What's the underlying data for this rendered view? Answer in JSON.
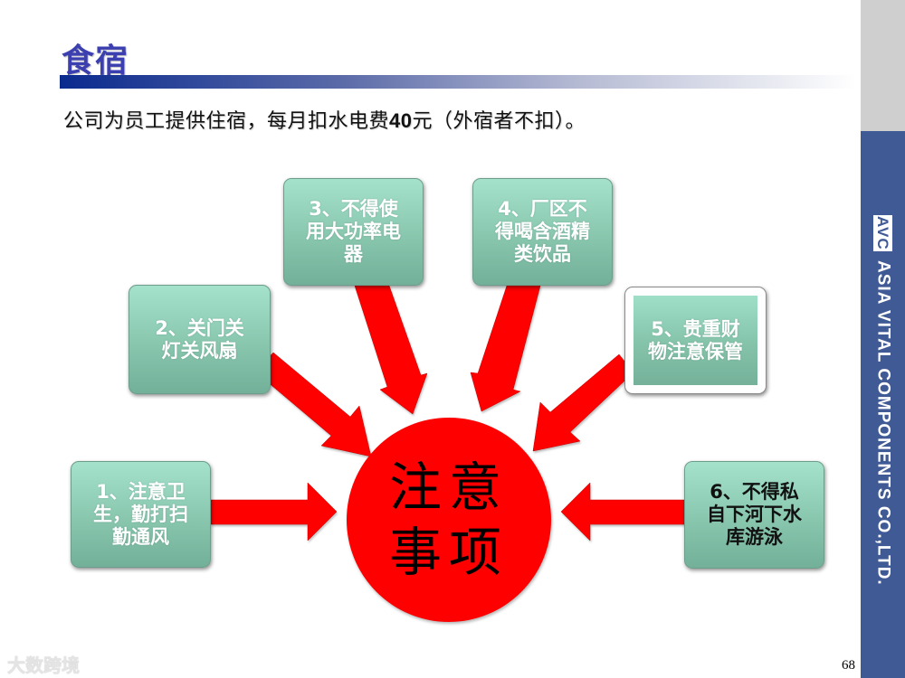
{
  "slide": {
    "title": "食宿",
    "subtitle_before": "公司为员工提供住宿，每月扣水电费",
    "subtitle_amount": "40",
    "subtitle_after": "元（外宿者不扣）。",
    "center": {
      "line1": "注意",
      "line2": "事项"
    },
    "items": [
      {
        "label": "1、注意卫生，勤打扫勤通风",
        "lines": [
          "1、注意卫",
          "生，勤打扫",
          "勤通风"
        ]
      },
      {
        "label": "2、关门关灯关风扇",
        "lines": [
          "2、关门关",
          "灯关风扇"
        ]
      },
      {
        "label": "3、不得使用大功率电器",
        "lines": [
          "3、不得使",
          "用大功率电",
          "器"
        ]
      },
      {
        "label": "4、厂区不得喝含酒精类饮品",
        "lines": [
          "4、厂区不",
          "得喝含酒精",
          "类饮品"
        ]
      },
      {
        "label": "5、贵重财物注意保管",
        "lines": [
          "5、贵重财",
          "物注意保管"
        ]
      },
      {
        "label": "6、不得私自下河下水库游泳",
        "lines": [
          "6、不得私",
          "自下河下水",
          "库游泳"
        ]
      }
    ],
    "page_number": "68"
  },
  "sidebar": {
    "logo": "AVC",
    "company": "ASIA VITAL COMPONENTS CO.,LTD."
  },
  "watermark": "大数跨境",
  "colors": {
    "title": "#3b3fb0",
    "sidebar": "#3f5a95",
    "arrow": "#fe0000",
    "card": "#88c6ae"
  }
}
